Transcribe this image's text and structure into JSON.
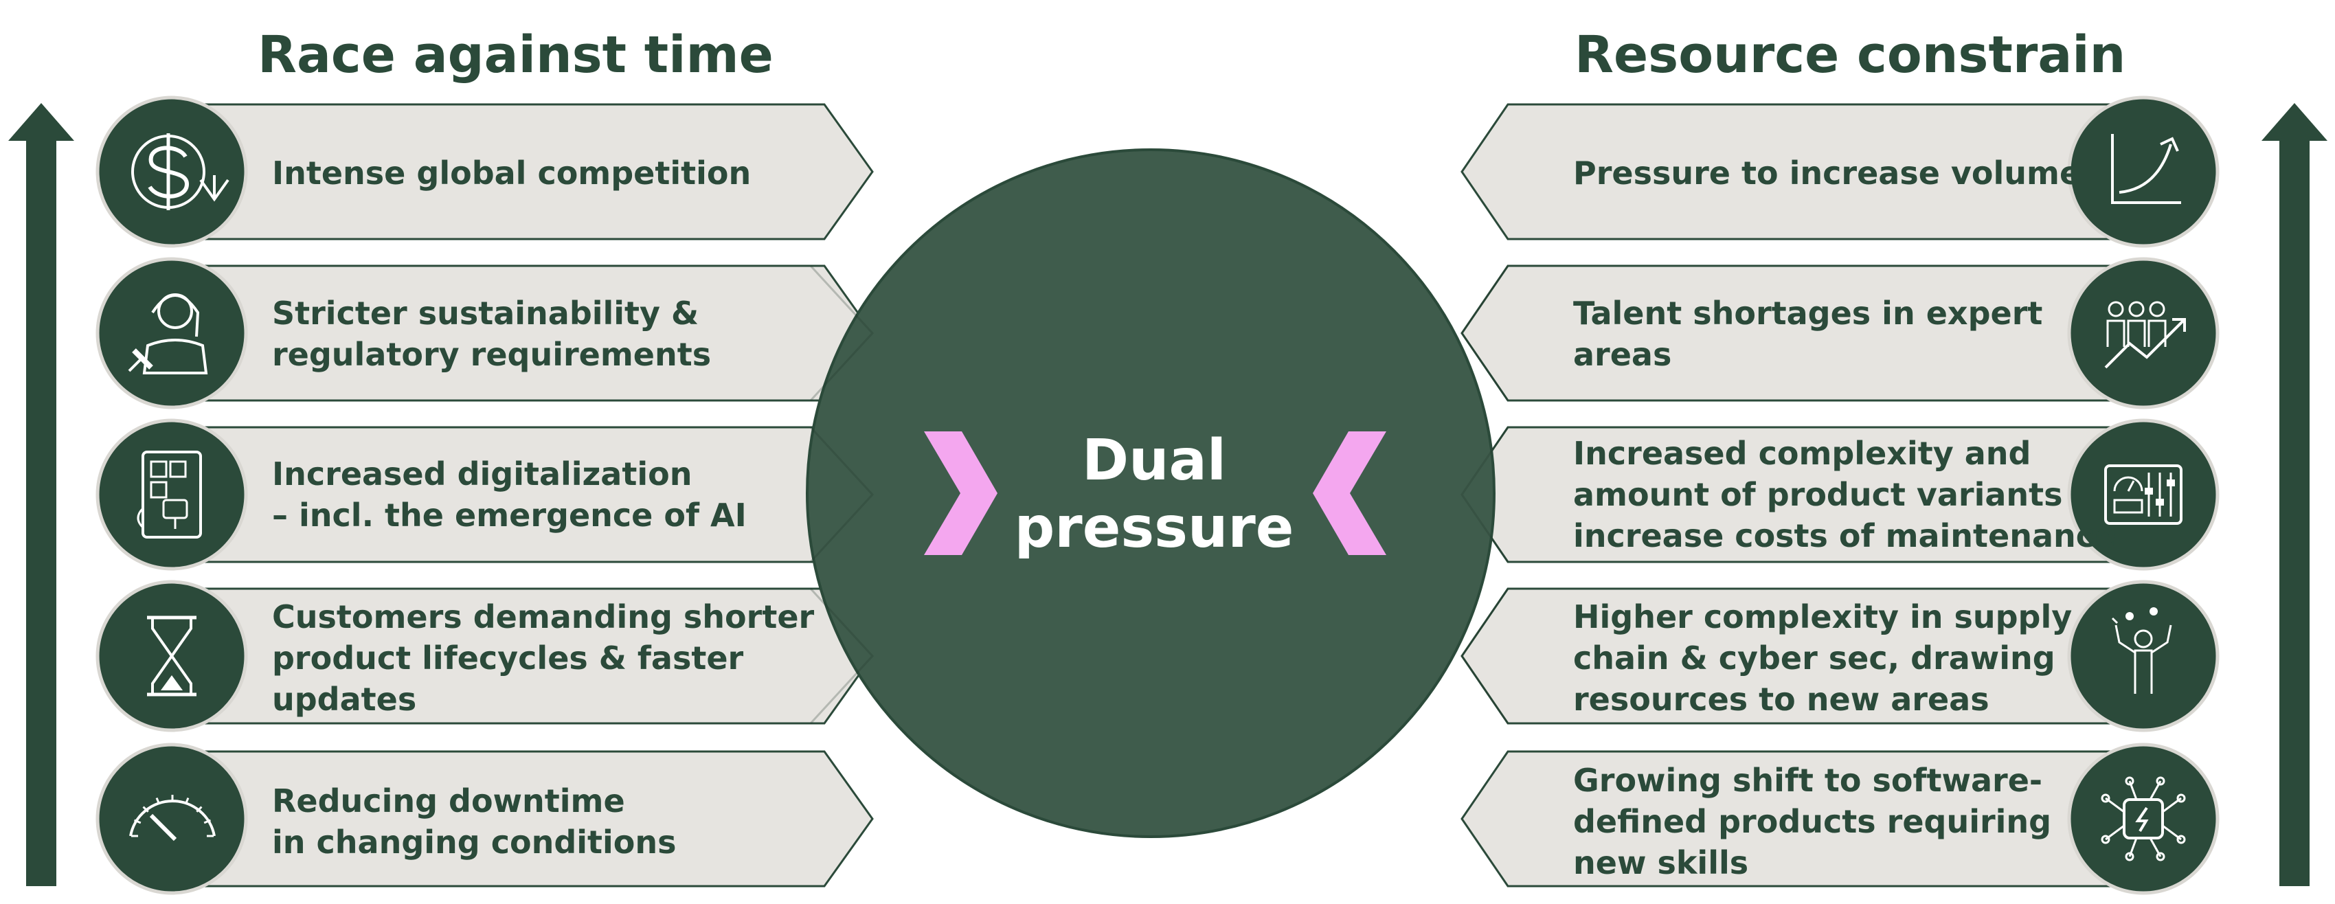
{
  "left_title": "Race against time",
  "right_title": "Resource constrain",
  "center_title_lines": [
    "Dual",
    "pressure"
  ],
  "colors": {
    "dark_green": "#2b4a3a",
    "circle_green": "#3f5c4c",
    "banner_fill": "#e6e4e0",
    "chevron_pink": "#f4a7ef"
  },
  "left_items": [
    {
      "icon": "dollar-down-icon",
      "lines": [
        "Intense global competition"
      ]
    },
    {
      "icon": "judge-gavel-icon",
      "lines": [
        "Stricter sustainability &",
        "regulatory requirements"
      ]
    },
    {
      "icon": "tablet-robot-icon",
      "lines": [
        "Increased digitalization",
        "– incl. the emergence of AI"
      ]
    },
    {
      "icon": "hourglass-icon",
      "lines": [
        "Customers demanding shorter",
        "product lifecycles & faster",
        "updates"
      ]
    },
    {
      "icon": "speedometer-icon",
      "lines": [
        "Reducing downtime",
        "in changing conditions"
      ]
    }
  ],
  "right_items": [
    {
      "icon": "growth-chart-icon",
      "lines": [
        "Pressure to increase volume"
      ]
    },
    {
      "icon": "team-growth-icon",
      "lines": [
        "Talent shortages in expert",
        "areas"
      ]
    },
    {
      "icon": "control-panel-icon",
      "lines": [
        "Increased complexity and",
        "amount of product variants",
        "increase costs of maintenance"
      ]
    },
    {
      "icon": "juggler-icon",
      "lines": [
        "Higher complexity in supply",
        "chain & cyber sec, drawing",
        "resources to new areas"
      ]
    },
    {
      "icon": "chip-circuit-icon",
      "lines": [
        "Growing shift to software-",
        "defined products requiring",
        "new skills"
      ]
    }
  ]
}
